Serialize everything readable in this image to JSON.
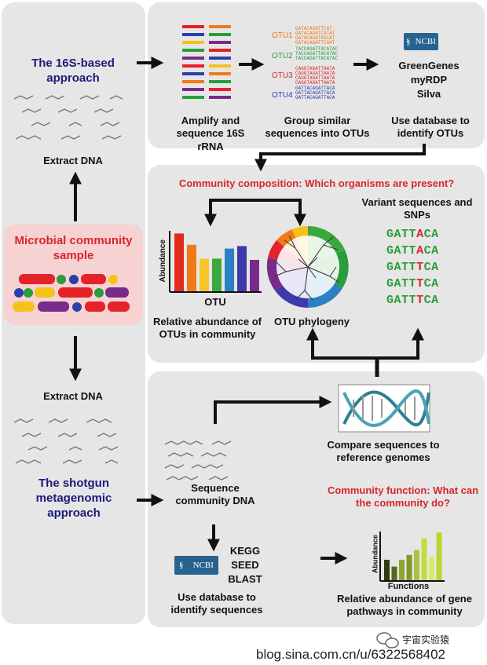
{
  "left": {
    "approach_16s": "The 16S-based approach",
    "extract_top": "Extract DNA",
    "sample": "Microbial community sample",
    "extract_bottom": "Extract DNA",
    "approach_shotgun": "The shotgun metagenomic approach"
  },
  "top_row": {
    "amplify": "Amplify and sequence 16S rRNA",
    "group": "Group similar sequences into OTUs",
    "use_db": "Use database to identify OTUs",
    "databases": [
      "GreenGenes",
      "myRDP",
      "Silva"
    ],
    "otus": [
      {
        "name": "OTU1",
        "color": "#e8791c",
        "seqs": [
          "GATACAGATTCAT",
          "GATACAGATCATAT",
          "GATACAGATAGCAT",
          "GATACAGATTCAAT"
        ]
      },
      {
        "name": "OTU2",
        "color": "#2a9d3a",
        "seqs": [
          "TACCAGATTACATAC",
          "TACCAGATTACATAC",
          "TACCAGATTACATAC"
        ]
      },
      {
        "name": "OTU3",
        "color": "#d8262a",
        "seqs": [
          "CAGGTAGATTAATA",
          "CAGGTAGATTAATA",
          "CAGGTAGATTAATA",
          "CAGGTAGATTAATA"
        ]
      },
      {
        "name": "OTU4",
        "color": "#2c3fa8",
        "seqs": [
          "GATTACAGATTACA",
          "GATTACAGATTACA",
          "GATTACAGATTACA"
        ]
      }
    ]
  },
  "composition": {
    "title": "Community composition: Which organisms are present?",
    "variants_title": "Variant sequences and SNPs",
    "snps": [
      "GATTACA",
      "GATTACA",
      "GATTTCA",
      "GATTTCA",
      "GATTTCA"
    ],
    "snp_variant_index": 4,
    "abundance_label": "Abundance",
    "otu_axis": "OTU",
    "rel_abundance": "Relative abundance of OTUs in community",
    "phylogeny": "OTU phylogeny",
    "bars": [
      0.92,
      0.74,
      0.52,
      0.52,
      0.68,
      0.72,
      0.5
    ],
    "bar_colors": [
      "#e32b1c",
      "#f07a18",
      "#f6c52a",
      "#3aa83d",
      "#2c7fc4",
      "#3d3aaa",
      "#7a2a8a"
    ]
  },
  "shotgun": {
    "compare": "Compare sequences to reference genomes",
    "sequence": "Sequence community DNA",
    "databases": [
      "KEGG",
      "SEED",
      "BLAST"
    ],
    "use_db": "Use database to identify sequences",
    "function_title": "Community function: What can the community do?",
    "abundance_label": "Abundance",
    "functions_axis": "Functions",
    "rel_pathways": "Relative abundance of gene pathways in community",
    "bars": [
      0.42,
      0.28,
      0.42,
      0.52,
      0.62,
      0.86,
      0.48,
      0.98
    ],
    "bar_colors": [
      "#2f3a12",
      "#4f6a1e",
      "#8ba830",
      "#7e9a2a",
      "#a7c43c",
      "#c1dc3e",
      "#d8ea6a",
      "#b9d630"
    ]
  },
  "ncbi": "NCBI",
  "watermark": "blog.sina.com.cn/u/6322568402",
  "wechat": "宇宙实验猿"
}
